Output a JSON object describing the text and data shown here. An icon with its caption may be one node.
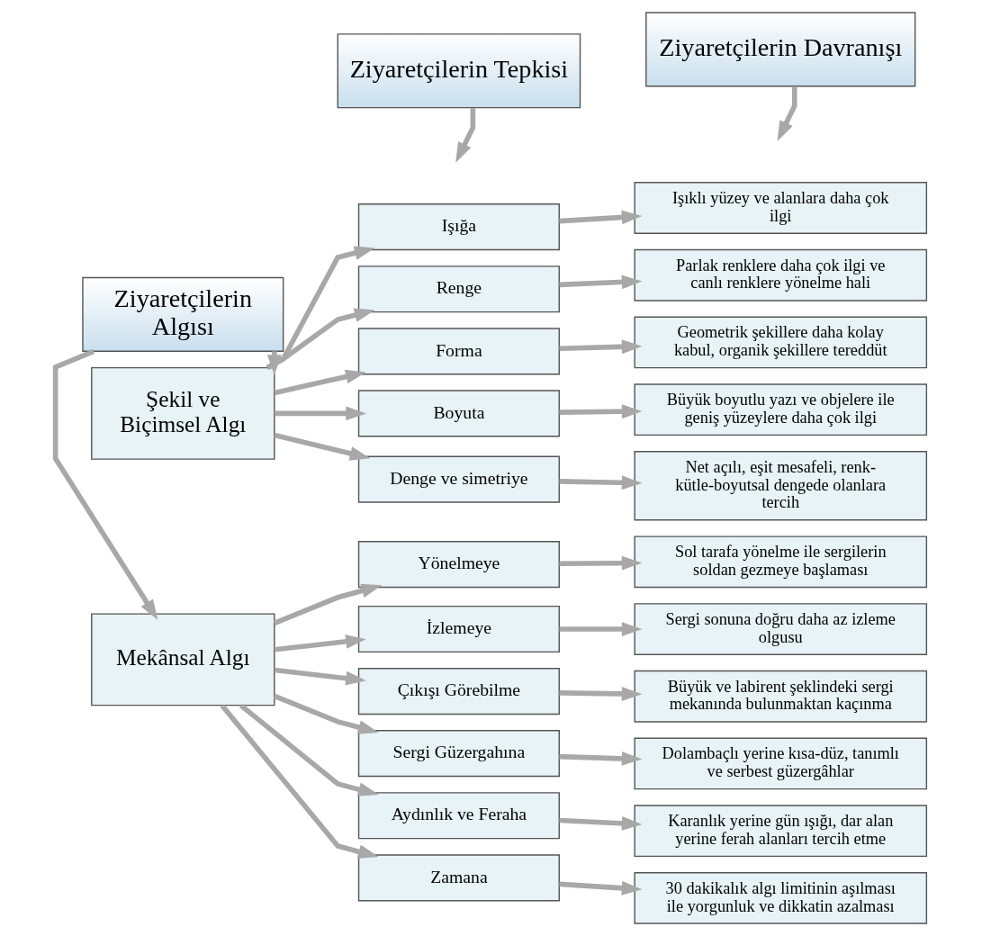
{
  "diagram": {
    "nodes": [
      {
        "text": [
          "Ziyaretçilerin Algısı"
        ]
      },
      {
        "text": [
          "Ziyaretçilerin Tepkisi"
        ]
      },
      {
        "text": [
          "Ziyaretçilerin Davranışı"
        ]
      },
      {
        "text": [
          "Şekil ve Biçimsel Algı"
        ]
      },
      {
        "text": [
          "Mekânsal Algı"
        ]
      },
      {
        "text": [
          "Işığa"
        ]
      },
      {
        "text": [
          "Renge"
        ]
      },
      {
        "text": [
          "Forma"
        ]
      },
      {
        "text": [
          "Boyuta"
        ]
      },
      {
        "text": [
          "Denge ve simetriye"
        ]
      },
      {
        "text": [
          "Yönelmeye"
        ]
      },
      {
        "text": [
          "İzlemeye"
        ]
      },
      {
        "text": [
          "Çıkışı Görebilme"
        ]
      },
      {
        "text": [
          "Sergi Güzergahına"
        ]
      },
      {
        "text": [
          "Aydınlık ve Feraha"
        ]
      },
      {
        "text": [
          "Zamana"
        ]
      },
      {
        "text": [
          "Işıklı yüzey ve alanlara daha çok ilgi"
        ]
      },
      {
        "text": [
          "Parlak renklere daha çok ilgi ve canlı renklere yönelme hali"
        ]
      },
      {
        "text": [
          "Geometrik şekillere daha kolay kabul, organik şekillere tereddüt"
        ]
      },
      {
        "text": [
          "Büyük boyutlu yazı ve objelere ile geniş yüzeylere daha çok ilgi"
        ]
      },
      {
        "text": [
          "Net açılı, eşit mesafeli, renk-kütle-boyutsal dengede olanlara tercih"
        ]
      },
      {
        "text": [
          "Sol tarafa yönelme ile sergilerin soldan gezmeye başlaması"
        ]
      },
      {
        "text": [
          "Sergi sonuna doğru daha az izleme olgusu"
        ]
      },
      {
        "text": [
          "Büyük ve labirent şeklindeki sergi mekanında bulunmaktan kaçınma"
        ]
      },
      {
        "text": [
          "Dolambaçlı yerine kısa-düz, tanımlı ve serbest güzergâhlar"
        ]
      },
      {
        "text": [
          "Karanlık yerine gün ışığı, dar alan yerine ferah alanları tercih etme"
        ]
      },
      {
        "text": [
          "30 dakikalık algı limitinin aşılması ile yorgunluk ve dikkatin azalması"
        ]
      }
    ],
    "edges": [
      {
        "from": 1,
        "to": null,
        "arrow": "to"
      },
      {
        "from": 2,
        "to": null,
        "arrow": "to"
      },
      {
        "from": 0,
        "to": 3,
        "arrow": "to"
      },
      {
        "from": 0,
        "to": 4,
        "arrow": "to"
      },
      {
        "from": 3,
        "to": 5,
        "arrow": "to"
      },
      {
        "from": 3,
        "to": 6,
        "arrow": "to"
      },
      {
        "from": 3,
        "to": 7,
        "arrow": "to"
      },
      {
        "from": 3,
        "to": 8,
        "arrow": "to"
      },
      {
        "from": 3,
        "to": 9,
        "arrow": "to"
      },
      {
        "from": 4,
        "to": 10,
        "arrow": "to"
      },
      {
        "from": 4,
        "to": 11,
        "arrow": "to"
      },
      {
        "from": 4,
        "to": 12,
        "arrow": "to"
      },
      {
        "from": 4,
        "to": 13,
        "arrow": "to"
      },
      {
        "from": 4,
        "to": 14,
        "arrow": "to"
      },
      {
        "from": 4,
        "to": 15,
        "arrow": "to"
      },
      {
        "from": 5,
        "to": 16,
        "arrow": "to"
      },
      {
        "from": 6,
        "to": 17,
        "arrow": "to"
      },
      {
        "from": 7,
        "to": 18,
        "arrow": "to"
      },
      {
        "from": 8,
        "to": 19,
        "arrow": "to"
      },
      {
        "from": 9,
        "to": 20,
        "arrow": "to"
      },
      {
        "from": 10,
        "to": 21,
        "arrow": "to"
      },
      {
        "from": 11,
        "to": 22,
        "arrow": "to"
      },
      {
        "from": 12,
        "to": 23,
        "arrow": "to"
      },
      {
        "from": 13,
        "to": 24,
        "arrow": "to"
      },
      {
        "from": 14,
        "to": 25,
        "arrow": "to"
      },
      {
        "from": 15,
        "to": 26,
        "arrow": "to"
      }
    ]
  }
}
